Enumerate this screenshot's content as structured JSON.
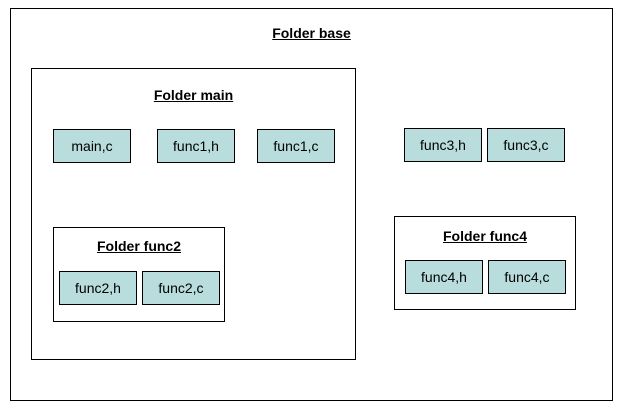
{
  "colors": {
    "file_fill": "#b9dcdc",
    "border": "#000000",
    "background": "#ffffff"
  },
  "folders": {
    "base": {
      "title": "Folder base"
    },
    "main": {
      "title": "Folder main",
      "files": [
        "main,c",
        "func1,h",
        "func1,c"
      ]
    },
    "func2": {
      "title": "Folder func2",
      "files": [
        "func2,h",
        "func2,c"
      ]
    },
    "func4": {
      "title": "Folder func4",
      "files": [
        "func4,h",
        "func4,c"
      ]
    }
  },
  "base_files": [
    "func3,h",
    "func3,c"
  ]
}
